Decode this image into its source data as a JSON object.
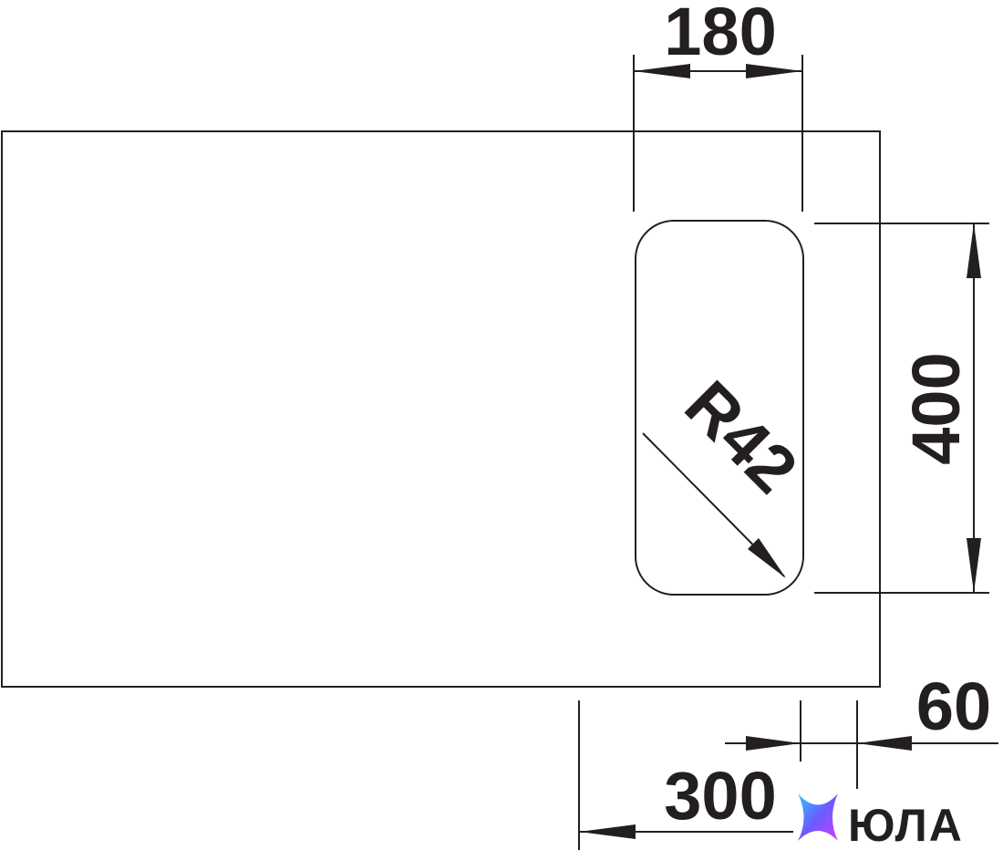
{
  "dimensions": {
    "width_top": "180",
    "height_right": "400",
    "radius": "R42",
    "offset_right": "60",
    "offset_bottom": "300"
  },
  "logo": {
    "text": "ЮЛА",
    "gradient_colors": [
      "#30c5ff",
      "#6a5cff",
      "#d13cff"
    ]
  },
  "colors": {
    "ink": "#231f20",
    "background": "#ffffff"
  }
}
